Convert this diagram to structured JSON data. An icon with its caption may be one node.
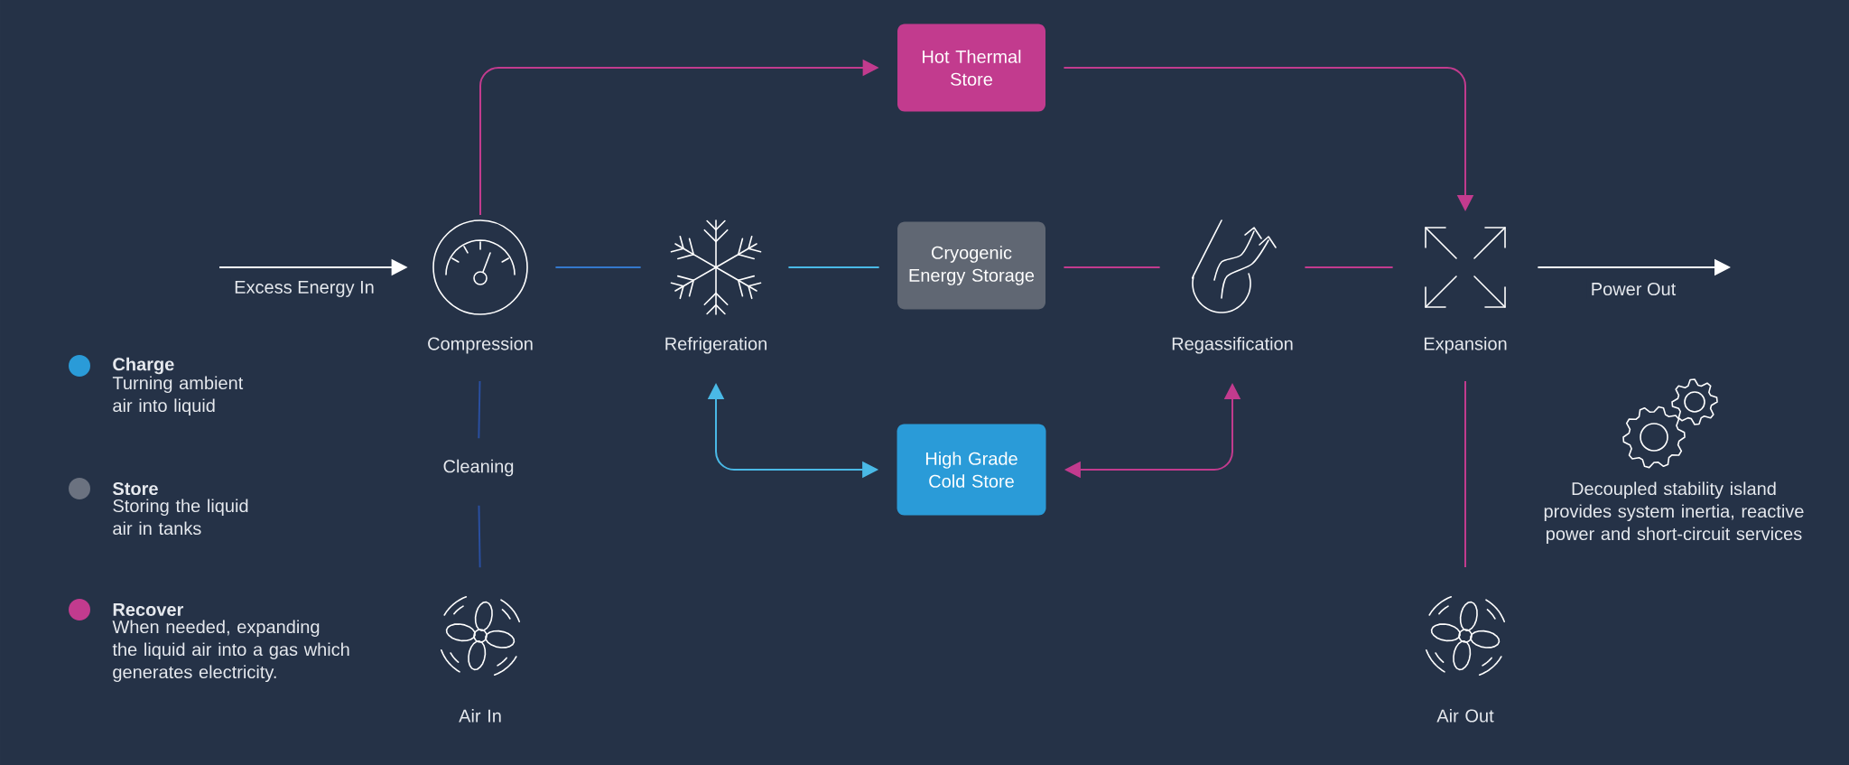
{
  "diagram": {
    "nodes": [
      {
        "text": [
          "Hot Thermal Store"
        ]
      },
      {
        "text": [
          "Compression"
        ]
      },
      {
        "text": [
          "Refrigeration"
        ]
      },
      {
        "text": [
          "Cryogenic Energy Storage"
        ]
      },
      {
        "text": [
          "Regassification"
        ]
      },
      {
        "text": [
          "Expansion"
        ]
      },
      {
        "text": [
          "Cleaning"
        ]
      },
      {
        "text": [
          "High Grade Cold Store"
        ]
      },
      {
        "text": [
          "Air In"
        ]
      },
      {
        "text": [
          "Air Out"
        ]
      }
    ],
    "edges": [
      {
        "from": 1,
        "to": 0,
        "arrow": "to",
        "color": "#c23b8e"
      },
      {
        "from": 0,
        "to": 5,
        "arrow": "to",
        "color": "#c23b8e"
      },
      {
        "from": 1,
        "to": 2,
        "arrow": "none",
        "color": "#3478cc"
      },
      {
        "from": 2,
        "to": 3,
        "arrow": "none",
        "color": "#4ab9e6"
      },
      {
        "from": 3,
        "to": 4,
        "arrow": "none",
        "color": "#c23b8e"
      },
      {
        "from": 4,
        "to": 5,
        "arrow": "none",
        "color": "#c23b8e"
      },
      {
        "from": 1,
        "to": 6,
        "arrow": "none",
        "color": "#2a4fa0"
      },
      {
        "from": 6,
        "to": 8,
        "arrow": "none",
        "color": "#2a4fa0"
      },
      {
        "from": 2,
        "to": 7,
        "arrow": "both",
        "color": "#4ab9e6"
      },
      {
        "from": 7,
        "to": 4,
        "arrow": "both",
        "color": "#c23b8e"
      },
      {
        "from": 5,
        "to": 9,
        "arrow": "none",
        "color": "#c23b8e"
      },
      {
        "from": null,
        "to": 1,
        "arrow": "to",
        "label": "Excess Energy In",
        "color": "#ffffff"
      },
      {
        "from": 5,
        "to": null,
        "arrow": "to",
        "label": "Power Out",
        "color": "#ffffff"
      }
    ],
    "labels": [
      "Turning ambient air into liquid",
      "Storing the liquid air in tanks",
      "When needed, expanding the liquid air into a gas which generates electricity.",
      "Decoupled stability island provides system inertia, reactive power and short-circuit services"
    ],
    "legend": [
      {
        "text": "Charge",
        "color": "#2a9bd8"
      },
      {
        "text": "Store",
        "color": "#6b7280"
      },
      {
        "text": "Recover",
        "color": "#c23b8e"
      }
    ]
  }
}
